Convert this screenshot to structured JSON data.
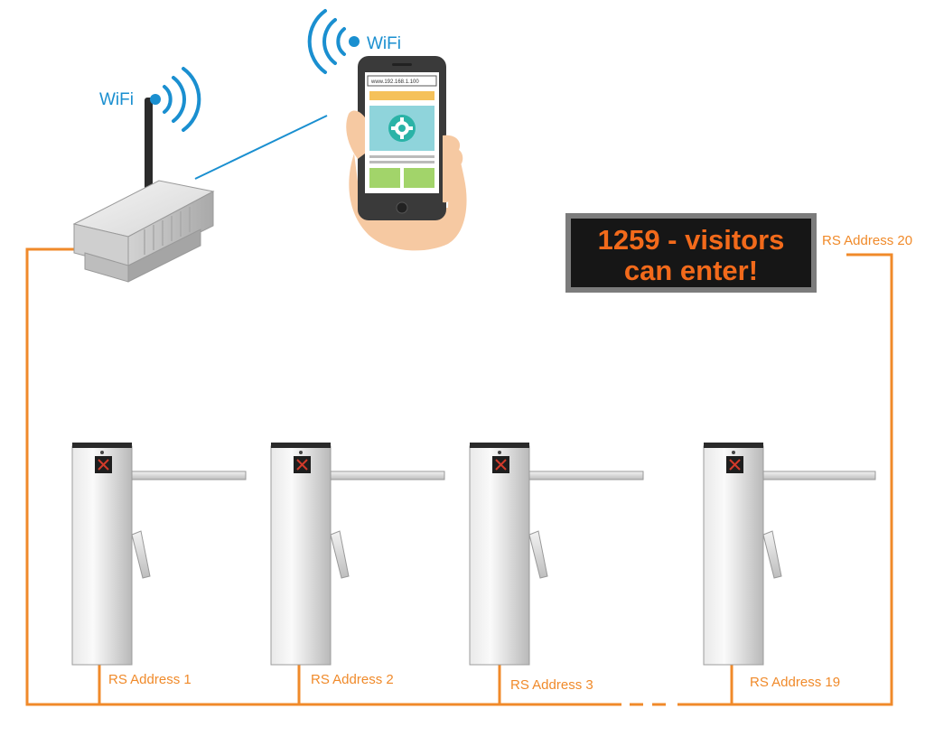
{
  "router": {
    "wifi_label": "WiFi"
  },
  "phone": {
    "wifi_label": "WiFi",
    "url": "www.192.168.1.100"
  },
  "display_sign": {
    "line1": "1259 - visitors",
    "line2": "can enter!",
    "rs_label": "RS Address 20"
  },
  "turnstiles": [
    {
      "rs_label": "RS Address 1"
    },
    {
      "rs_label": "RS Address 2"
    },
    {
      "rs_label": "RS Address 3"
    },
    {
      "rs_label": "RS Address 19"
    }
  ],
  "colors": {
    "bus_line": "#f08a2a",
    "wifi_blue": "#1a8fd0",
    "sign_text": "#f26a1b",
    "sign_background": "#161616"
  }
}
